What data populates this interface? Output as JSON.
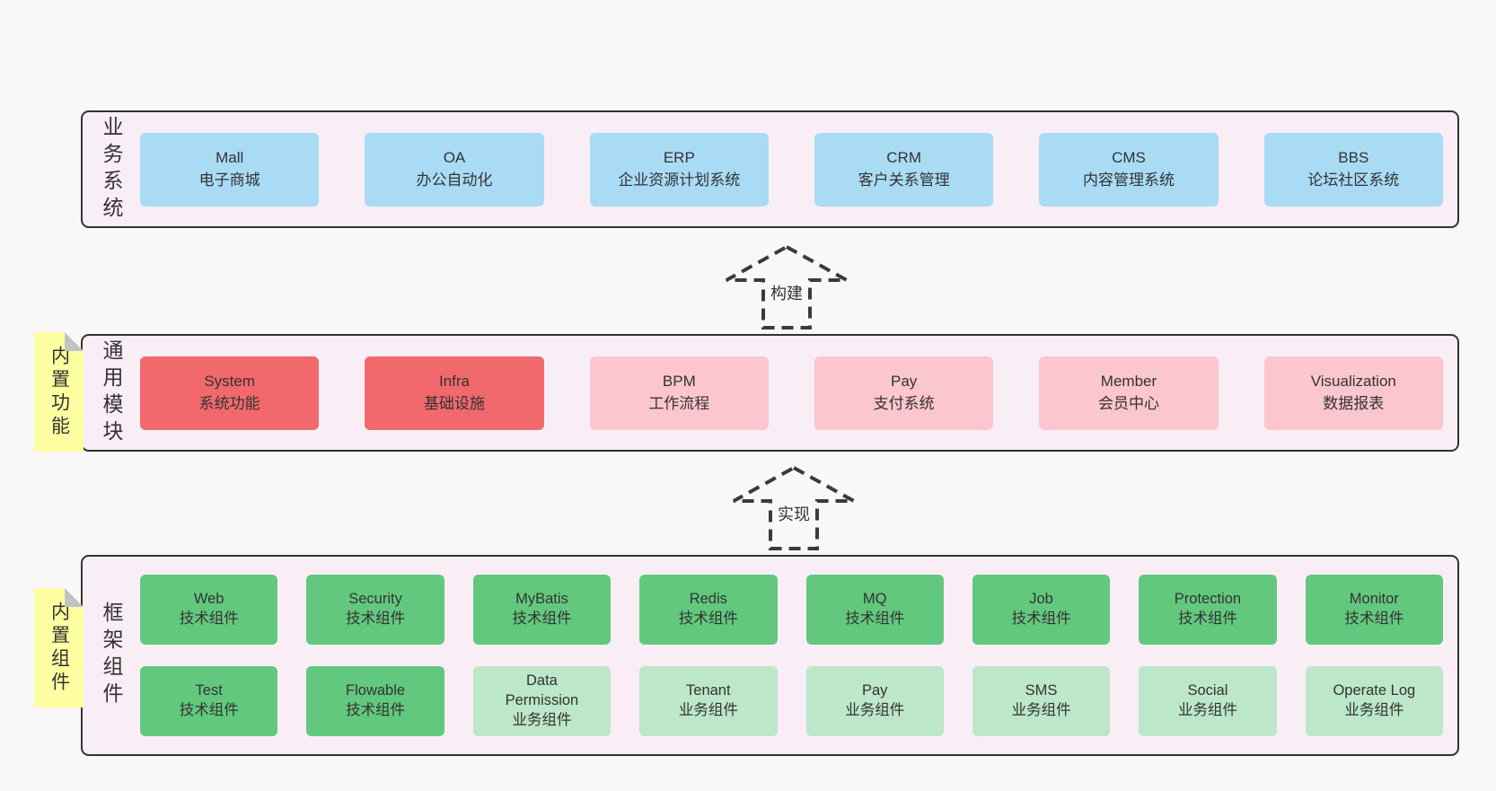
{
  "diagram": {
    "background": "#f8f8f8",
    "colors": {
      "panel_fill": "#f9eef6",
      "panel_border": "#333333",
      "blue_box": "#a9dbf5",
      "red_box": "#f1696d",
      "pink_box": "#fbc6ce",
      "green_box": "#62c87e",
      "green_light_box": "#bce7c8",
      "note_yellow": "#feffa0",
      "text": "#333333"
    },
    "layers": [
      {
        "id": "business-systems",
        "label": "业务系统",
        "boxes": [
          {
            "name": "Mall",
            "desc": "电子商城",
            "variant": "blue"
          },
          {
            "name": "OA",
            "desc": "办公自动化",
            "variant": "blue"
          },
          {
            "name": "ERP",
            "desc": "企业资源计划系统",
            "variant": "blue"
          },
          {
            "name": "CRM",
            "desc": "客户关系管理",
            "variant": "blue"
          },
          {
            "name": "CMS",
            "desc": "内容管理系统",
            "variant": "blue"
          },
          {
            "name": "BBS",
            "desc": "论坛社区系统",
            "variant": "blue"
          }
        ]
      },
      {
        "id": "common-modules",
        "label": "通用模块",
        "note": "内置功能",
        "boxes": [
          {
            "name": "System",
            "desc": "系统功能",
            "variant": "red"
          },
          {
            "name": "Infra",
            "desc": "基础设施",
            "variant": "red"
          },
          {
            "name": "BPM",
            "desc": "工作流程",
            "variant": "pink"
          },
          {
            "name": "Pay",
            "desc": "支付系统",
            "variant": "pink"
          },
          {
            "name": "Member",
            "desc": "会员中心",
            "variant": "pink"
          },
          {
            "name": "Visualization",
            "desc": "数据报表",
            "variant": "pink"
          }
        ]
      },
      {
        "id": "framework-components",
        "label": "框架组件",
        "note": "内置组件",
        "rows": [
          [
            {
              "name": "Web",
              "desc": "技术组件",
              "variant": "green"
            },
            {
              "name": "Security",
              "desc": "技术组件",
              "variant": "green"
            },
            {
              "name": "MyBatis",
              "desc": "技术组件",
              "variant": "green"
            },
            {
              "name": "Redis",
              "desc": "技术组件",
              "variant": "green"
            },
            {
              "name": "MQ",
              "desc": "技术组件",
              "variant": "green"
            },
            {
              "name": "Job",
              "desc": "技术组件",
              "variant": "green"
            },
            {
              "name": "Protection",
              "desc": "技术组件",
              "variant": "green"
            },
            {
              "name": "Monitor",
              "desc": "技术组件",
              "variant": "green"
            }
          ],
          [
            {
              "name": "Test",
              "desc": "技术组件",
              "variant": "green"
            },
            {
              "name": "Flowable",
              "desc": "技术组件",
              "variant": "green"
            },
            {
              "name": "Data\nPermission",
              "desc": "业务组件",
              "variant": "green-light"
            },
            {
              "name": "Tenant",
              "desc": "业务组件",
              "variant": "green-light"
            },
            {
              "name": "Pay",
              "desc": "业务组件",
              "variant": "green-light"
            },
            {
              "name": "SMS",
              "desc": "业务组件",
              "variant": "green-light"
            },
            {
              "name": "Social",
              "desc": "业务组件",
              "variant": "green-light"
            },
            {
              "name": "Operate Log",
              "desc": "业务组件",
              "variant": "green-light"
            }
          ]
        ]
      }
    ],
    "arrows": [
      {
        "label": "构建"
      },
      {
        "label": "实现"
      }
    ]
  }
}
